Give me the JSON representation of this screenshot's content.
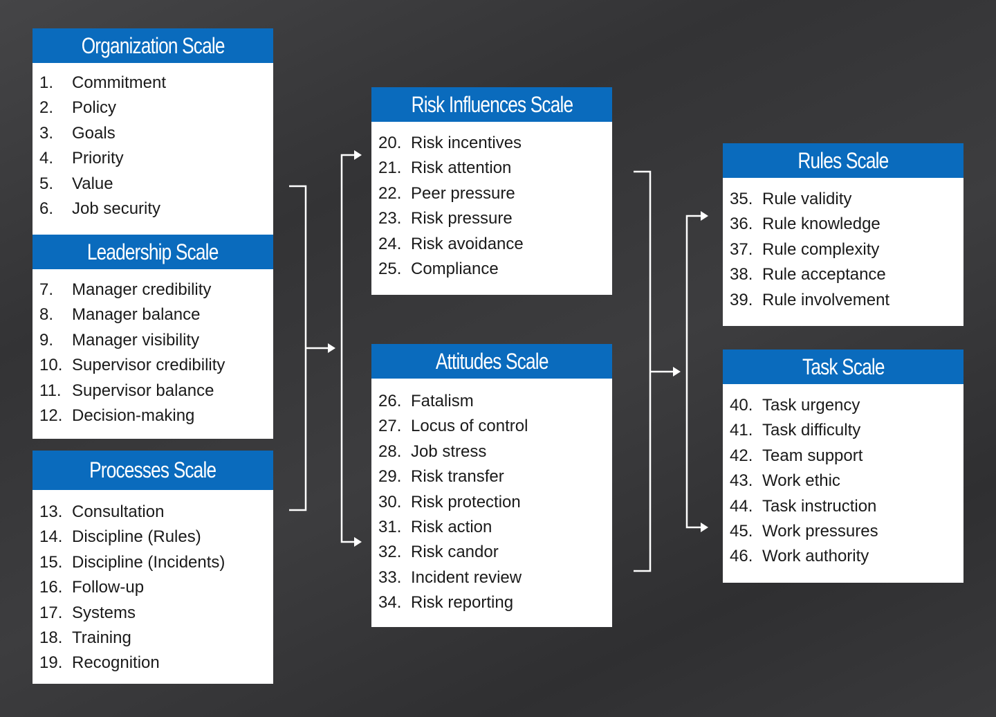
{
  "colors": {
    "header": "#0a6bbd",
    "background": "#3a3a3c",
    "connector": "#ffffff"
  },
  "boxes": {
    "organization": {
      "title": "Organization Scale",
      "items": [
        {
          "num": "1.",
          "label": "Commitment"
        },
        {
          "num": "2.",
          "label": "Policy"
        },
        {
          "num": "3.",
          "label": "Goals"
        },
        {
          "num": "4.",
          "label": "Priority"
        },
        {
          "num": "5.",
          "label": "Value"
        },
        {
          "num": "6.",
          "label": "Job security"
        }
      ]
    },
    "leadership": {
      "title": "Leadership Scale",
      "items": [
        {
          "num": "7.",
          "label": "Manager credibility"
        },
        {
          "num": "8.",
          "label": "Manager balance"
        },
        {
          "num": "9.",
          "label": "Manager visibility"
        },
        {
          "num": "10.",
          "label": "Supervisor credibility"
        },
        {
          "num": "11.",
          "label": "Supervisor balance"
        },
        {
          "num": "12.",
          "label": "Decision-making"
        }
      ]
    },
    "processes": {
      "title": "Processes Scale",
      "items": [
        {
          "num": "13.",
          "label": "Consultation"
        },
        {
          "num": "14.",
          "label": "Discipline (Rules)"
        },
        {
          "num": "15.",
          "label": "Discipline (Incidents)"
        },
        {
          "num": "16.",
          "label": "Follow-up"
        },
        {
          "num": "17.",
          "label": "Systems"
        },
        {
          "num": "18.",
          "label": "Training"
        },
        {
          "num": "19.",
          "label": "Recognition"
        }
      ]
    },
    "risk_influences": {
      "title": "Risk Influences Scale",
      "items": [
        {
          "num": "20.",
          "label": "Risk incentives"
        },
        {
          "num": "21.",
          "label": "Risk attention"
        },
        {
          "num": "22.",
          "label": "Peer pressure"
        },
        {
          "num": "23.",
          "label": "Risk pressure"
        },
        {
          "num": "24.",
          "label": "Risk avoidance"
        },
        {
          "num": "25.",
          "label": "Compliance"
        }
      ]
    },
    "attitudes": {
      "title": "Attitudes Scale",
      "items": [
        {
          "num": "26.",
          "label": "Fatalism"
        },
        {
          "num": "27.",
          "label": "Locus of control"
        },
        {
          "num": "28.",
          "label": "Job stress"
        },
        {
          "num": "29.",
          "label": "Risk transfer"
        },
        {
          "num": "30.",
          "label": "Risk protection"
        },
        {
          "num": "31.",
          "label": "Risk action"
        },
        {
          "num": "32.",
          "label": "Risk candor"
        },
        {
          "num": "33.",
          "label": "Incident review"
        },
        {
          "num": "34.",
          "label": "Risk reporting"
        }
      ]
    },
    "rules": {
      "title": "Rules Scale",
      "items": [
        {
          "num": "35.",
          "label": "Rule validity"
        },
        {
          "num": "36.",
          "label": "Rule knowledge"
        },
        {
          "num": "37.",
          "label": "Rule complexity"
        },
        {
          "num": "38.",
          "label": "Rule acceptance"
        },
        {
          "num": "39.",
          "label": "Rule involvement"
        }
      ]
    },
    "task": {
      "title": "Task Scale",
      "items": [
        {
          "num": "40.",
          "label": "Task urgency"
        },
        {
          "num": "41.",
          "label": "Task difficulty"
        },
        {
          "num": "42.",
          "label": "Team support"
        },
        {
          "num": "43.",
          "label": "Work ethic"
        },
        {
          "num": "44.",
          "label": "Task instruction"
        },
        {
          "num": "45.",
          "label": "Work pressures"
        },
        {
          "num": "46.",
          "label": "Work authority"
        }
      ]
    }
  }
}
